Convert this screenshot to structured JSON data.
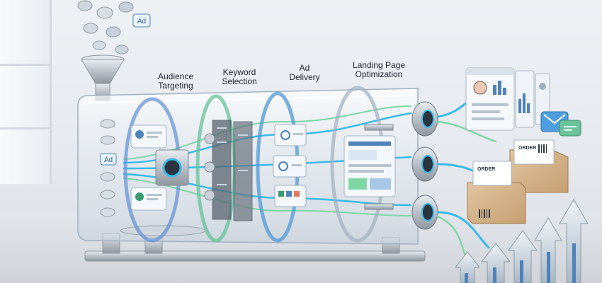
{
  "stages": [
    {
      "line1": "Audience",
      "line2": "Targeting"
    },
    {
      "line1": "Keyword",
      "line2": "Selection"
    },
    {
      "line1": "Ad",
      "line2": "Delivery"
    },
    {
      "line1": "Landing Page",
      "line2": "Optimization"
    }
  ],
  "badges": {
    "ad": "Ad",
    "order": "ORDER"
  },
  "colors": {
    "pipe_glow": "#39b9e8",
    "pipe_green": "#7ed6a5",
    "steel": "#b9c0c8",
    "box": "#d2b48c"
  }
}
